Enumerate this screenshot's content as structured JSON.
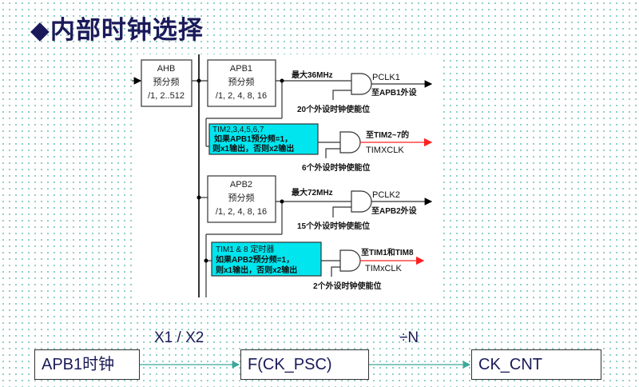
{
  "title": "◆内部时钟选择",
  "diagram": {
    "ahb": {
      "name": "AHB",
      "sub": "预分频",
      "div": "/1, 2..512"
    },
    "apb1": {
      "name": "APB1",
      "sub": "预分频",
      "div": "/1, 2, 4, 8, 16",
      "max": "最大36MHz",
      "pclk": "PCLK1",
      "dest": "至APB1外设",
      "enable": "20个外设时钟使能位"
    },
    "tim_apb1": {
      "line1": "TIM2,3,4,5,6,7",
      "line2": "如果APB1预分频=1，",
      "line3": "则x1输出，否则x2输出",
      "dest": "至TIM2~7的",
      "clk": "TIMXCLK",
      "enable": "6个外设时钟使能位"
    },
    "apb2": {
      "name": "APB2",
      "sub": "预分频",
      "div": "/1, 2, 4, 8, 16",
      "max": "最大72MHz",
      "pclk": "PCLK2",
      "dest": "至APB2外设",
      "enable": "15个外设时钟使能位"
    },
    "tim_apb2": {
      "line1": "TIM1 & 8 定时器",
      "line2": "如果APB2预分频=1，",
      "line3": "则x1输出，否则x2输出",
      "dest": "至TIM1和TIM8",
      "clk": "TIMxCLK",
      "enable": "2个外设时钟使能位"
    },
    "colors": {
      "highlight": "#00e5ee",
      "timer_arrow": "#ff2020"
    }
  },
  "flow": {
    "box1": "APB1时钟",
    "box2": "F(CK_PSC)",
    "box3": "CK_CNT",
    "label1": "X1 / X2",
    "label2": "÷N"
  }
}
